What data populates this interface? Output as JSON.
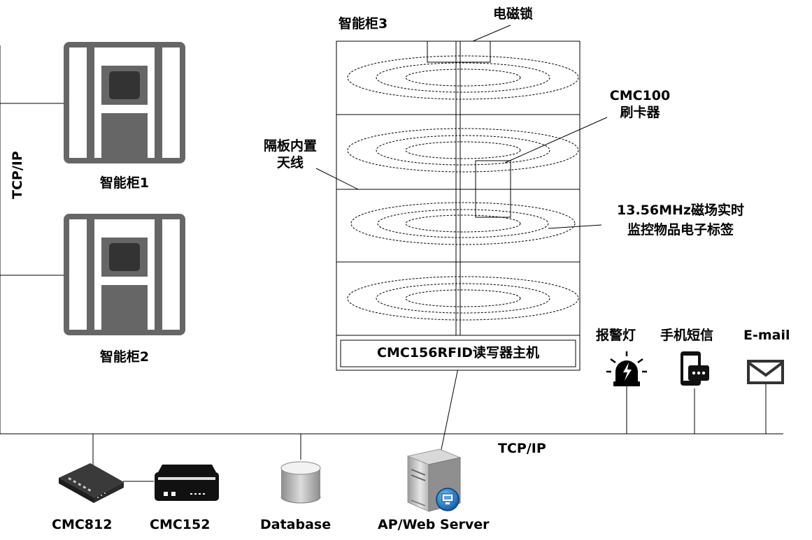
{
  "cabinet1": {
    "label": "智能柜1"
  },
  "cabinet2": {
    "label": "智能柜2"
  },
  "cabinet3": {
    "label": "智能柜3"
  },
  "left_bus": {
    "label": "TCP/IP"
  },
  "bottom_bus": {
    "label": "TCP/IP"
  },
  "em_lock": {
    "label": "电磁锁"
  },
  "card_reader": {
    "label_line1": "CMC100",
    "label_line2": "刷卡器"
  },
  "antenna": {
    "label_line1": "隔板内置",
    "label_line2": "天线"
  },
  "rfid_field": {
    "label_line1": "13.56MHz磁场实时",
    "label_line2": "监控物品电子标签"
  },
  "reader_host": {
    "label": "CMC156RFID读写器主机"
  },
  "alarm_light": {
    "label": "报警灯",
    "icon": "alarm-light-icon"
  },
  "sms": {
    "label": "手机短信",
    "icon": "mobile-sms-icon"
  },
  "email": {
    "label": "E-mail",
    "icon": "envelope-icon"
  },
  "devices": {
    "cmc812": {
      "label": "CMC812",
      "icon": "network-switch-icon"
    },
    "cmc152": {
      "label": "CMC152",
      "icon": "controller-box-icon"
    },
    "database": {
      "label": "Database",
      "icon": "database-icon"
    },
    "server": {
      "label": "AP/Web Server",
      "icon": "server-icon"
    }
  },
  "colors": {
    "line": "#000000",
    "cabinet_gray": "#666666",
    "icon_dark": "#333333"
  }
}
